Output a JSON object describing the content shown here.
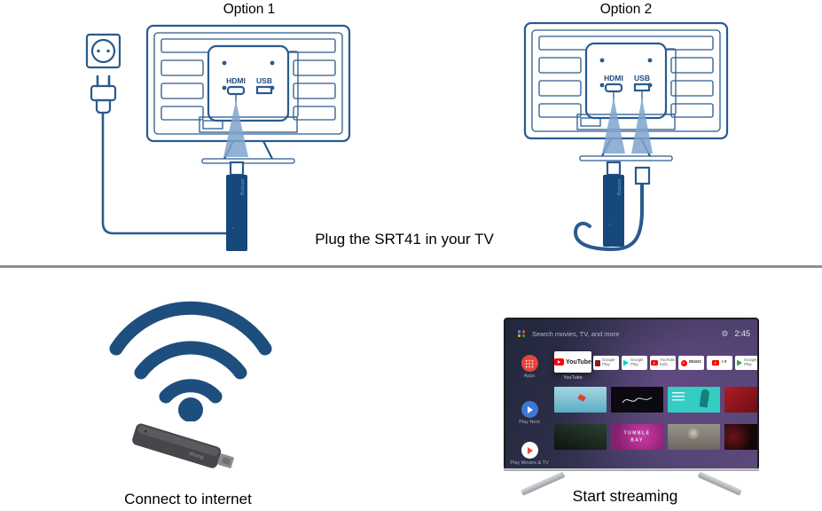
{
  "titles": {
    "option1": "Option 1",
    "option2": "Option 2"
  },
  "captions": {
    "plug": "Plug the SRT41 in your TV",
    "connect": "Connect to internet",
    "stream": "Start streaming"
  },
  "tv_back": {
    "hdmi_label": "HDMI",
    "usb_label": "USB"
  },
  "stick": {
    "brand": "strong"
  },
  "icons": {
    "gear": "⚙"
  },
  "android_tv": {
    "search_text": "Search movies, TV, and more",
    "time": "2:45",
    "rail": [
      {
        "label": "Apps"
      },
      {
        "label": "Play Next"
      },
      {
        "label": "Play Movies & TV"
      }
    ],
    "focused_app": {
      "label": "YouTube",
      "sub_label": "YouTube"
    },
    "app_cards": [
      {
        "label": "Google Play"
      },
      {
        "label": "Google Play"
      },
      {
        "label": "YouTube Kids"
      },
      {
        "label": "Music"
      },
      {
        "label": "TV"
      },
      {
        "label": "Google Play"
      }
    ],
    "rows": [
      {
        "items": [
          {
            "text": ""
          },
          {
            "text": ""
          },
          {
            "text": ""
          },
          {
            "text": ""
          }
        ]
      },
      {
        "items": [
          {
            "text": ""
          },
          {
            "text": "TUMBLE BAY"
          },
          {
            "text": ""
          },
          {
            "text": ""
          }
        ]
      }
    ]
  },
  "colors": {
    "line_blue": "#2a5a8f",
    "stick_blue": "#16487c",
    "wifi_blue": "#1d4e7d",
    "arrow_blue": "#7fa3cc",
    "divider_gray": "#8f8f8f",
    "youtube_red": "#ff0000",
    "apps_red": "#e8453c",
    "play_next_blue": "#3d78d6",
    "play_green": "#34a853",
    "screen_purple": "#5d4a7c"
  }
}
